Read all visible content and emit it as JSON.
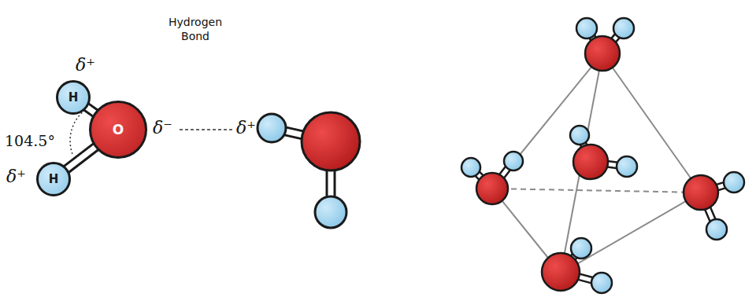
{
  "diagram": {
    "nodes": [
      {
        "text": [
          "H"
        ]
      },
      {
        "text": [
          "O"
        ]
      },
      {
        "text": [
          "H"
        ]
      }
    ],
    "edges": [
      {
        "from": 1,
        "to": 0,
        "arrow": "none"
      },
      {
        "from": 1,
        "to": 2,
        "arrow": "none"
      }
    ],
    "labels": [
      "δ⁺",
      "104.5°",
      "δ⁺",
      "Hydrogen Bond",
      "δ⁻",
      "δ⁺"
    ]
  }
}
